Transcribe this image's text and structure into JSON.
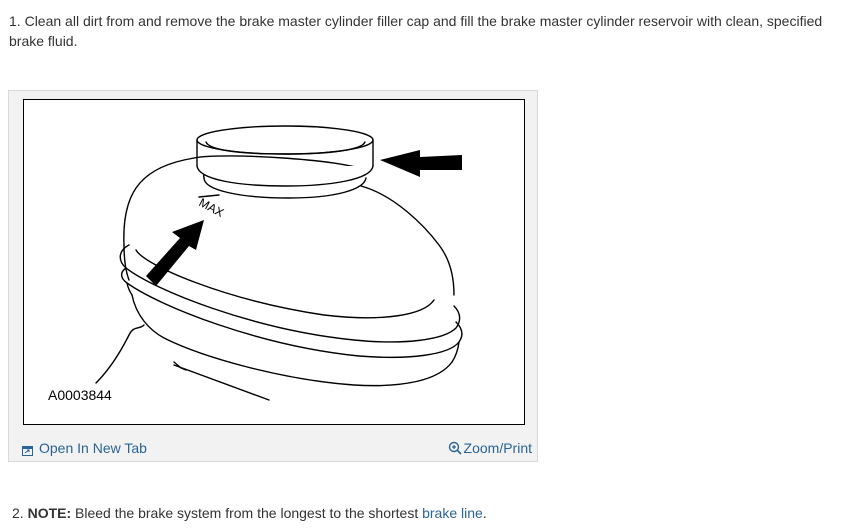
{
  "steps": {
    "step1": {
      "number": "1.",
      "text": "Clean all dirt from and remove the brake master cylinder filler cap and fill the brake master cylinder reservoir with clean, specified brake fluid."
    },
    "step2": {
      "number": "2.",
      "note_label": "NOTE:",
      "text": "Bleed the brake system from the longest to the shortest",
      "link_text": "brake line",
      "end": "."
    }
  },
  "figure": {
    "image_id": "A0003844",
    "max_label": "MAX",
    "open_tab_label": "Open In New Tab",
    "zoom_print_label": "Zoom/Print",
    "link_color": "#2a6496"
  }
}
